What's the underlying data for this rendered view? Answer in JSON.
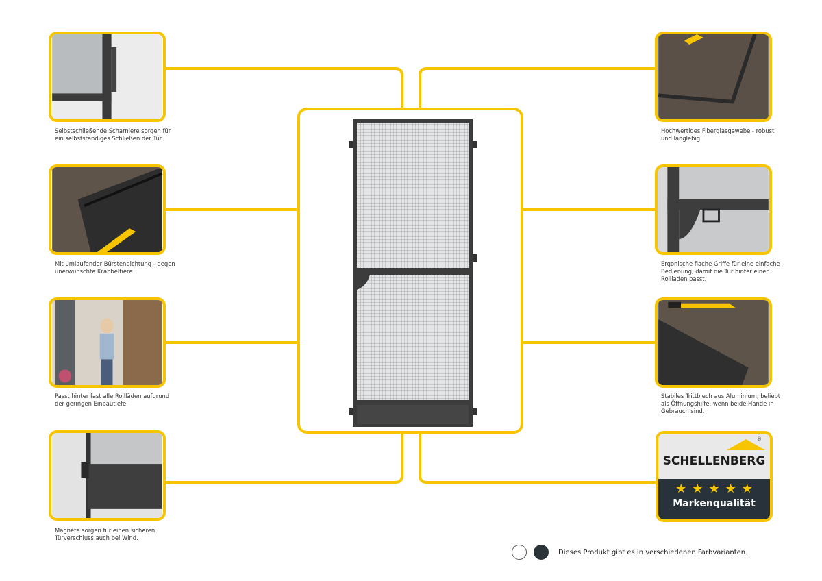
{
  "features_left": [
    {
      "caption": "Selbstschließende Scharniere sorgen für ein selbstständiges Schließen der Tür."
    },
    {
      "caption": "Mit umlaufender Bürstendichtung - gegen unerwünschte Krabbeltiere."
    },
    {
      "caption": "Passt hinter fast alle Rollläden aufgrund der geringen Einbautiefe."
    },
    {
      "caption": "Magnete sorgen für einen sicheren Türverschluss auch bei Wind."
    }
  ],
  "features_right": [
    {
      "caption": "Hochwertiges Fiberglasgewebe - robust und langlebig."
    },
    {
      "caption": "Ergonische flache Griffe für eine einfache Bedienung, damit die Tür hinter einen Rollladen passt."
    },
    {
      "caption": "Stabiles Trittblech aus Aluminium, beliebt als Öffnungshilfe, wenn beide Hände in Gebrauch sind."
    }
  ],
  "badge": {
    "brand": "SCHELLENBERG",
    "registered": "®",
    "stars": "★★★★★",
    "rating_count": 5,
    "label": "Markenqualität"
  },
  "variants": {
    "text": "Dieses Produkt gibt es in verschiedenen Farbvarianten.",
    "colors": [
      "#ffffff",
      "#2b3439"
    ]
  },
  "colors": {
    "accent": "#f6c500",
    "frame": "#3c3c3c"
  }
}
